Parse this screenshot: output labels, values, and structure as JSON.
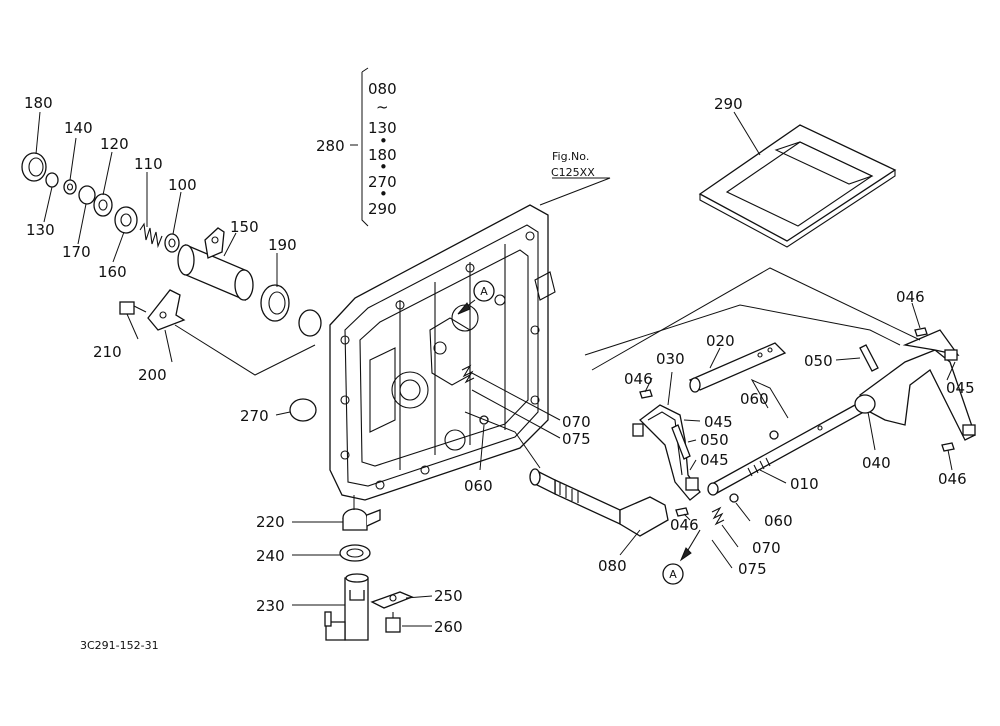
{
  "figure": {
    "fig_no_label": "Fig.No.",
    "fig_no_value": "C125XX",
    "drawing_code": "3C291-152-31",
    "view_ref": "A"
  },
  "kit": {
    "number": "280",
    "lines": [
      "080",
      "~",
      "130",
      "•",
      "180",
      "•",
      "270",
      "•",
      "290"
    ]
  },
  "parts": {
    "p010": "010",
    "p020": "020",
    "p030": "030",
    "p040": "040",
    "p045a": "045",
    "p045b": "045",
    "p045c": "045",
    "p046a": "046",
    "p046b": "046",
    "p046c": "046",
    "p046d": "046",
    "p050a": "050",
    "p050b": "050",
    "p060a": "060",
    "p060b": "060",
    "p060c": "060",
    "p070a": "070",
    "p070b": "070",
    "p075a": "075",
    "p075b": "075",
    "p080": "080",
    "p100": "100",
    "p110": "110",
    "p120": "120",
    "p130": "130",
    "p140": "140",
    "p150": "150",
    "p160": "160",
    "p170": "170",
    "p180": "180",
    "p190": "190",
    "p200": "200",
    "p210": "210",
    "p220": "220",
    "p230": "230",
    "p240": "240",
    "p250": "250",
    "p260": "260",
    "p270": "270",
    "p290": "290"
  }
}
